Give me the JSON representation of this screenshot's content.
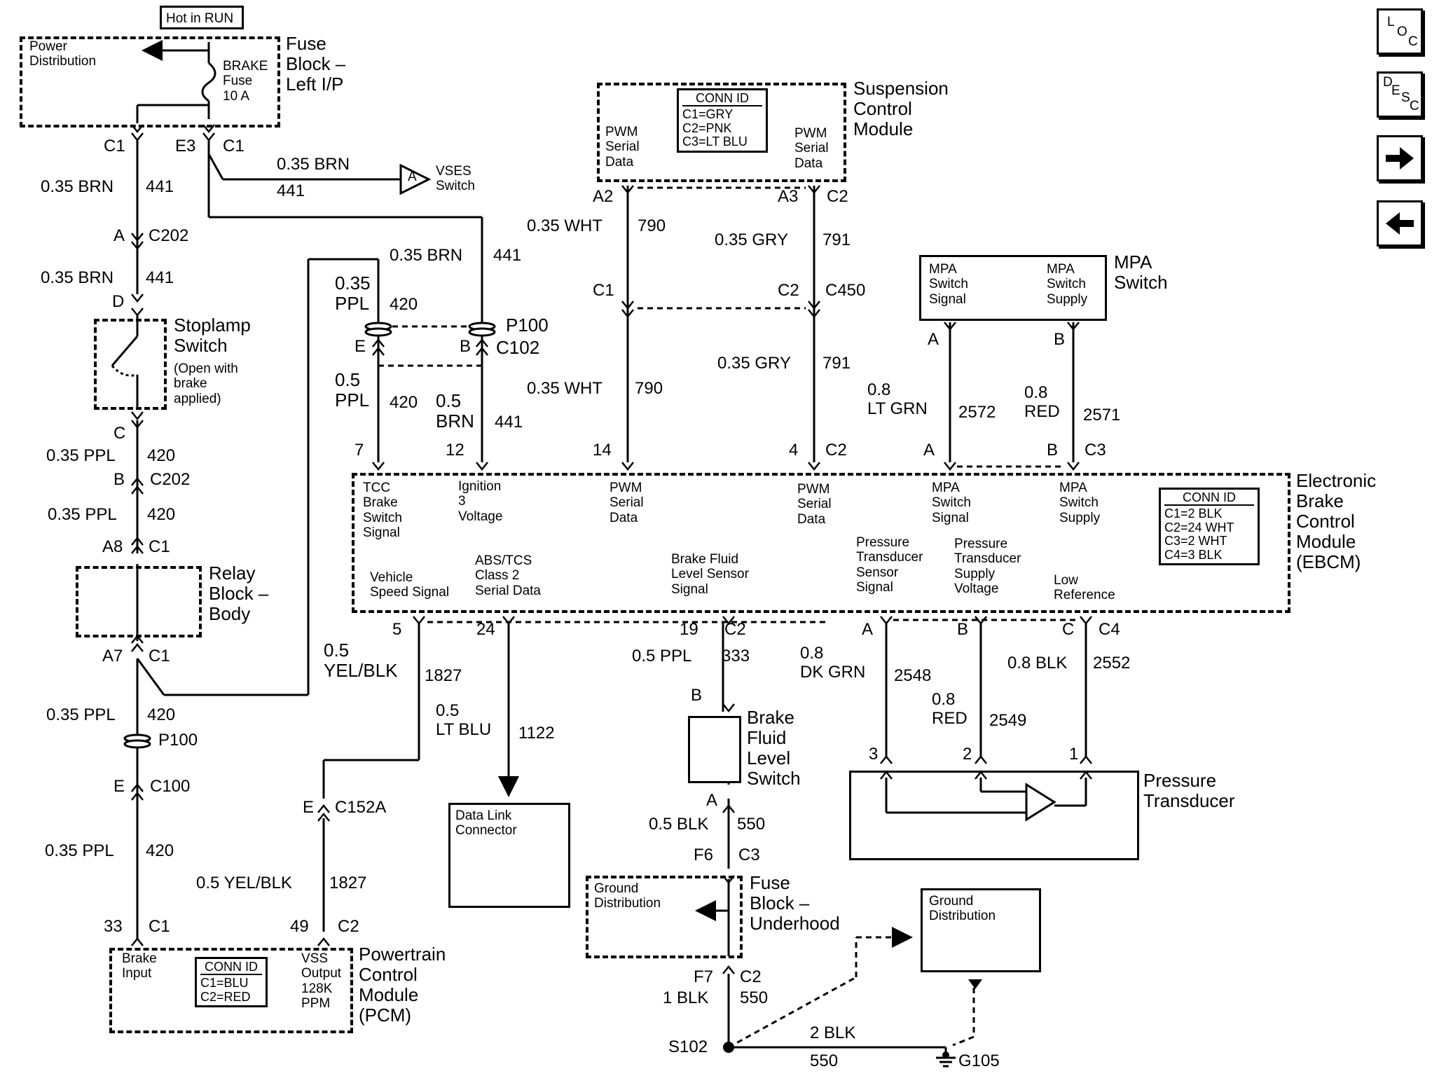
{
  "nav": {
    "loc": [
      "L",
      "O",
      "C"
    ],
    "desc": [
      "D",
      "E",
      "S",
      "C"
    ]
  },
  "hot_label": "Hot in RUN",
  "fuse_block_lip": {
    "name": "Fuse\nBlock –\nLeft I/P",
    "power_dist": "Power\nDistribution",
    "fuse": "BRAKE\nFuse\n10 A"
  },
  "pins": {
    "c1_left": "C1",
    "e3": "E3",
    "c1_right": "C1",
    "a_c202": "A",
    "c202_a": "C202",
    "d": "D",
    "c": "C",
    "b_c202": "B",
    "c202_b": "C202",
    "a8": "A8",
    "c1_a8": "C1",
    "a7": "A7",
    "c1_a7": "C1",
    "e_c100": "E",
    "c100": "C100",
    "pin_33": "33",
    "c1_pcm": "C1",
    "pin_49": "49",
    "c2_pcm": "C2",
    "e_c152a": "E",
    "c152a": "C152A",
    "e_c102": "E",
    "b_c102": "B",
    "c102": "C102",
    "a2": "A2",
    "a3": "A3",
    "c2_scm": "C2",
    "c1_c450": "C1",
    "c2_c450": "C2",
    "c450": "C450",
    "a_mpa": "A",
    "b_mpa": "B",
    "pin_7": "7",
    "pin_12": "12",
    "pin_14": "14",
    "pin_4": "4",
    "c2_ebcm": "C2",
    "a_c3": "A",
    "b_c3": "B",
    "c3_ebcm": "C3",
    "pin_5": "5",
    "pin_24": "24",
    "pin_19": "19",
    "c2_19": "C2",
    "a_c4": "A",
    "b_c4": "B",
    "c_c4": "C",
    "c4": "C4",
    "b_bfl": "B",
    "a_bfl": "A",
    "f6": "F6",
    "c3_f6": "C3",
    "f7": "F7",
    "c2_f7": "C2",
    "pt_3": "3",
    "pt_2": "2",
    "pt_1": "1"
  },
  "wires": {
    "brn_441_a": {
      "size": "0.35 BRN",
      "circuit": "441"
    },
    "brn_441_b": {
      "size": "0.35 BRN",
      "circuit": "441"
    },
    "brn_441_vses": {
      "size": "0.35 BRN",
      "circuit": "441"
    },
    "brn_441_p100": {
      "size": "0.35 BRN",
      "circuit": "441"
    },
    "ppl_420_a": {
      "size": "0.35 PPL",
      "circuit": "420"
    },
    "ppl_420_b": {
      "size": "0.35 PPL",
      "circuit": "420"
    },
    "ppl_420_c": {
      "size": "0.35 PPL",
      "circuit": "420"
    },
    "ppl_420_d": {
      "size": "0.35 PPL",
      "circuit": "420"
    },
    "ppl_420_top": {
      "size": "0.35\nPPL",
      "circuit": "420"
    },
    "ppl_420_low": {
      "size": "0.5\nPPL",
      "circuit": "420"
    },
    "brn_441_low": {
      "size": "0.5\nBRN",
      "circuit": "441"
    },
    "yelblk_1827_a": {
      "size": "0.5\nYEL/BLK",
      "circuit": "1827"
    },
    "yelblk_1827_b": {
      "size": "0.5 YEL/BLK",
      "circuit": "1827"
    },
    "ltblu_1122": {
      "size": "0.5\nLT BLU",
      "circuit": "1122"
    },
    "wht_790_a": {
      "size": "0.35 WHT",
      "circuit": "790"
    },
    "wht_790_b": {
      "size": "0.35 WHT",
      "circuit": "790"
    },
    "gry_791_a": {
      "size": "0.35 GRY",
      "circuit": "791"
    },
    "gry_791_b": {
      "size": "0.35 GRY",
      "circuit": "791"
    },
    "ltgrn_2572": {
      "size": "0.8\nLT GRN",
      "circuit": "2572"
    },
    "red_2571": {
      "size": "0.8\nRED",
      "circuit": "2571"
    },
    "ppl_333": {
      "size": "0.5 PPL",
      "circuit": "333"
    },
    "dkgrn_2548": {
      "size": "0.8\nDK GRN",
      "circuit": "2548"
    },
    "red_2549": {
      "size": "0.8\nRED",
      "circuit": "2549"
    },
    "blk_2552": {
      "size": "0.8 BLK",
      "circuit": "2552"
    },
    "blk_550_a": {
      "size": "0.5 BLK",
      "circuit": "550"
    },
    "blk_550_b": {
      "size": "1 BLK",
      "circuit": "550"
    },
    "blk_550_c": {
      "size": "2 BLK",
      "circuit": "550"
    }
  },
  "components": {
    "vses": {
      "pin": "A",
      "name": "VSES\nSwitch"
    },
    "stoplamp": {
      "name": "Stoplamp\nSwitch",
      "note": "(Open with\nbrake\napplied)"
    },
    "relay_block": "Relay\nBlock –\nBody",
    "p100_a": "P100",
    "p100_b": "P100",
    "pcm": {
      "name": "Powertrain\nControl\nModule\n(PCM)",
      "brake_input": "Brake\nInput",
      "vss": "VSS\nOutput\n128K\nPPM",
      "conn_id": {
        "title": "CONN ID",
        "rows": [
          "C1=BLU",
          "C2=RED"
        ]
      }
    },
    "scm": {
      "name": "Suspension\nControl\nModule",
      "left": "PWM\nSerial\nData",
      "right": "PWM\nSerial\nData",
      "conn_id": {
        "title": "CONN ID",
        "rows": [
          "C1=GRY",
          "C2=PNK",
          "C3=LT BLU"
        ]
      }
    },
    "mpa": {
      "name": "MPA\nSwitch",
      "signal": "MPA\nSwitch\nSignal",
      "supply": "MPA\nSwitch\nSupply"
    },
    "ebcm": {
      "name": "Electronic\nBrake\nControl\nModule\n(EBCM)",
      "tcc": "TCC\nBrake\nSwitch\nSignal",
      "ignition": "Ignition\n3\nVoltage",
      "pwm1": "PWM\nSerial\nData",
      "pwm2": "PWM\nSerial\nData",
      "mpa_sig": "MPA\nSwitch\nSignal",
      "mpa_sup": "MPA\nSwitch\nSupply",
      "vss": "Vehicle\nSpeed Signal",
      "abs": "ABS/TCS\nClass 2\nSerial Data",
      "bfl": "Brake Fluid\nLevel Sensor\nSignal",
      "pts": "Pressure\nTransducer\nSensor\nSignal",
      "ptv": "Pressure\nTransducer\nSupply\nVoltage",
      "low": "Low\nReference",
      "conn_id": {
        "title": "CONN ID",
        "rows": [
          "C1=2 BLK",
          "C2=24 WHT",
          "C3=2 WHT",
          "C4=3 BLK"
        ]
      }
    },
    "dlc": "Data Link\nConnector",
    "bfl_switch": "Brake\nFluid\nLevel\nSwitch",
    "pressure": "Pressure\nTransducer",
    "fuse_uh": {
      "name": "Fuse\nBlock –\nUnderhood",
      "gd": "Ground\nDistribution"
    },
    "gd_right": "Ground\nDistribution",
    "s102": "S102",
    "g105": "G105"
  }
}
